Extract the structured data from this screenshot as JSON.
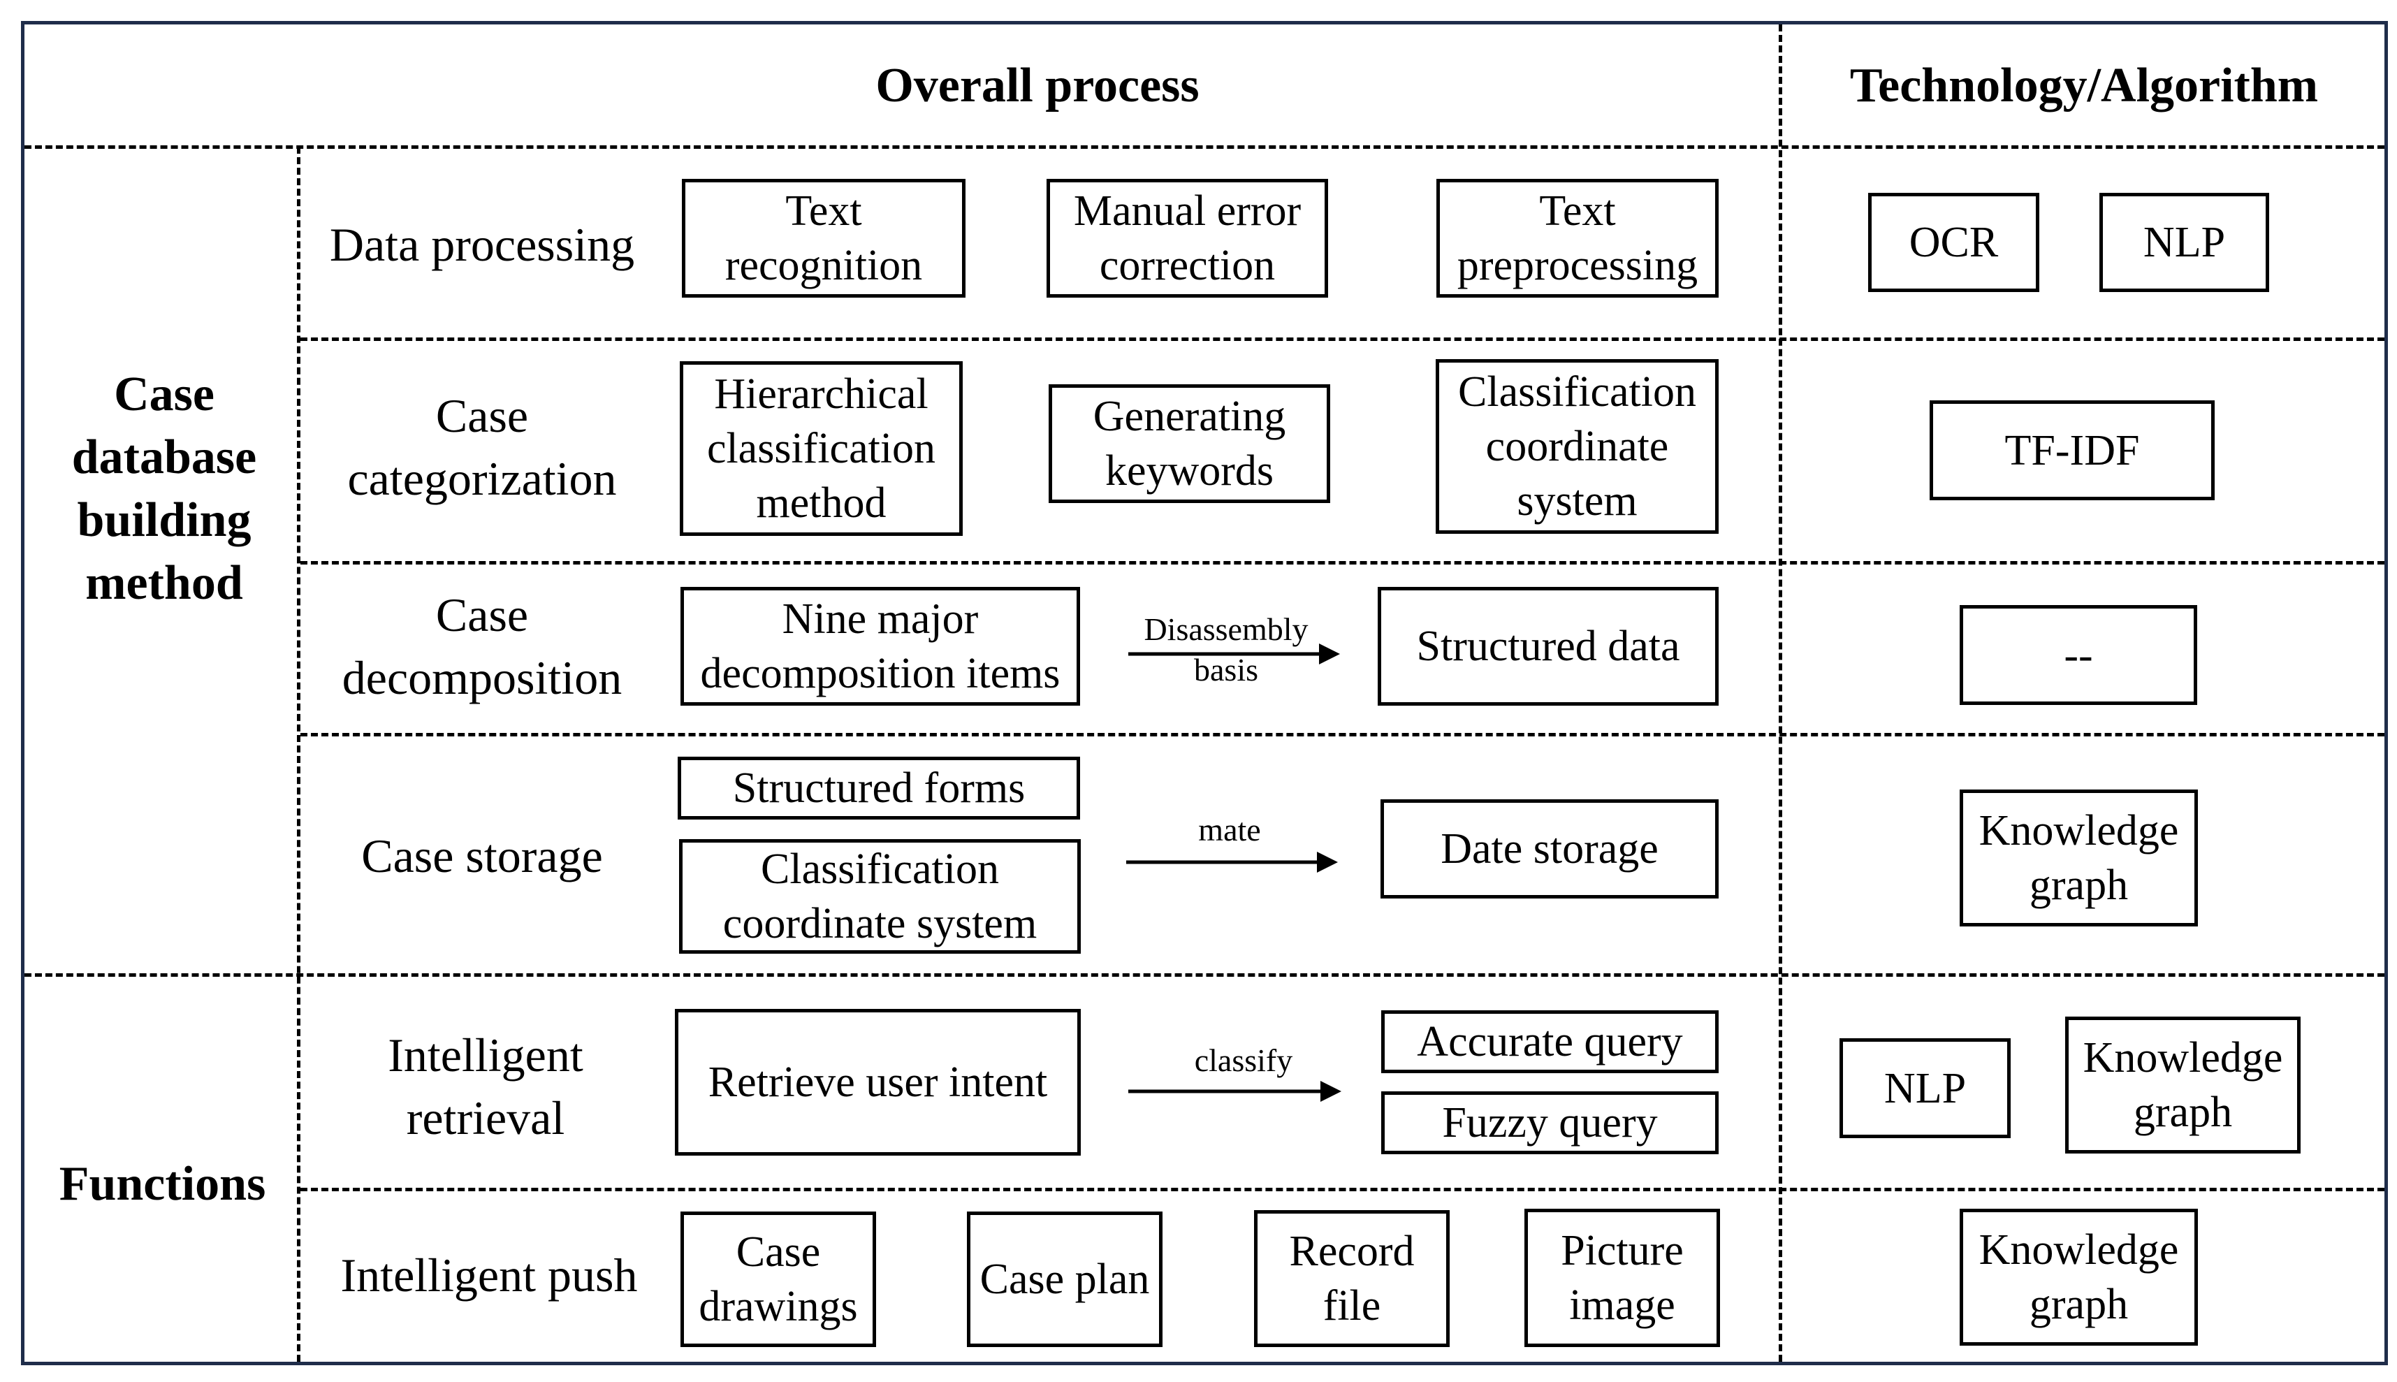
{
  "headers": {
    "overall_process": "Overall process",
    "technology": "Technology/Algorithm"
  },
  "groups": {
    "case_database": "Case database building method",
    "functions": "Functions"
  },
  "rows": {
    "data_processing": {
      "label": "Data processing",
      "boxes": [
        "Text recognition",
        "Manual error correction",
        "Text preprocessing"
      ],
      "tech": [
        "OCR",
        "NLP"
      ]
    },
    "case_categorization": {
      "label": "Case categorization",
      "boxes": [
        "Hierarchical classification method",
        "Generating keywords",
        "Classification coordinate system"
      ],
      "tech": [
        "TF-IDF"
      ]
    },
    "case_decomposition": {
      "label": "Case decomposition",
      "source": "Nine major decomposition items",
      "arrow_label": "Disassembly basis",
      "target": "Structured data",
      "tech": [
        "--"
      ]
    },
    "case_storage": {
      "label": "Case storage",
      "sources": [
        "Structured forms",
        "Classification coordinate system"
      ],
      "arrow_label": "mate",
      "target": "Date storage",
      "tech": [
        "Knowledge graph"
      ]
    },
    "intelligent_retrieval": {
      "label": "Intelligent retrieval",
      "source": "Retrieve user intent",
      "arrow_label": "classify",
      "targets": [
        "Accurate query",
        "Fuzzy query"
      ],
      "tech": [
        "NLP",
        "Knowledge graph"
      ]
    },
    "intelligent_push": {
      "label": "Intelligent push",
      "boxes": [
        "Case drawings",
        "Case plan",
        "Record file",
        "Picture image"
      ],
      "tech": [
        "Knowledge graph"
      ]
    }
  }
}
